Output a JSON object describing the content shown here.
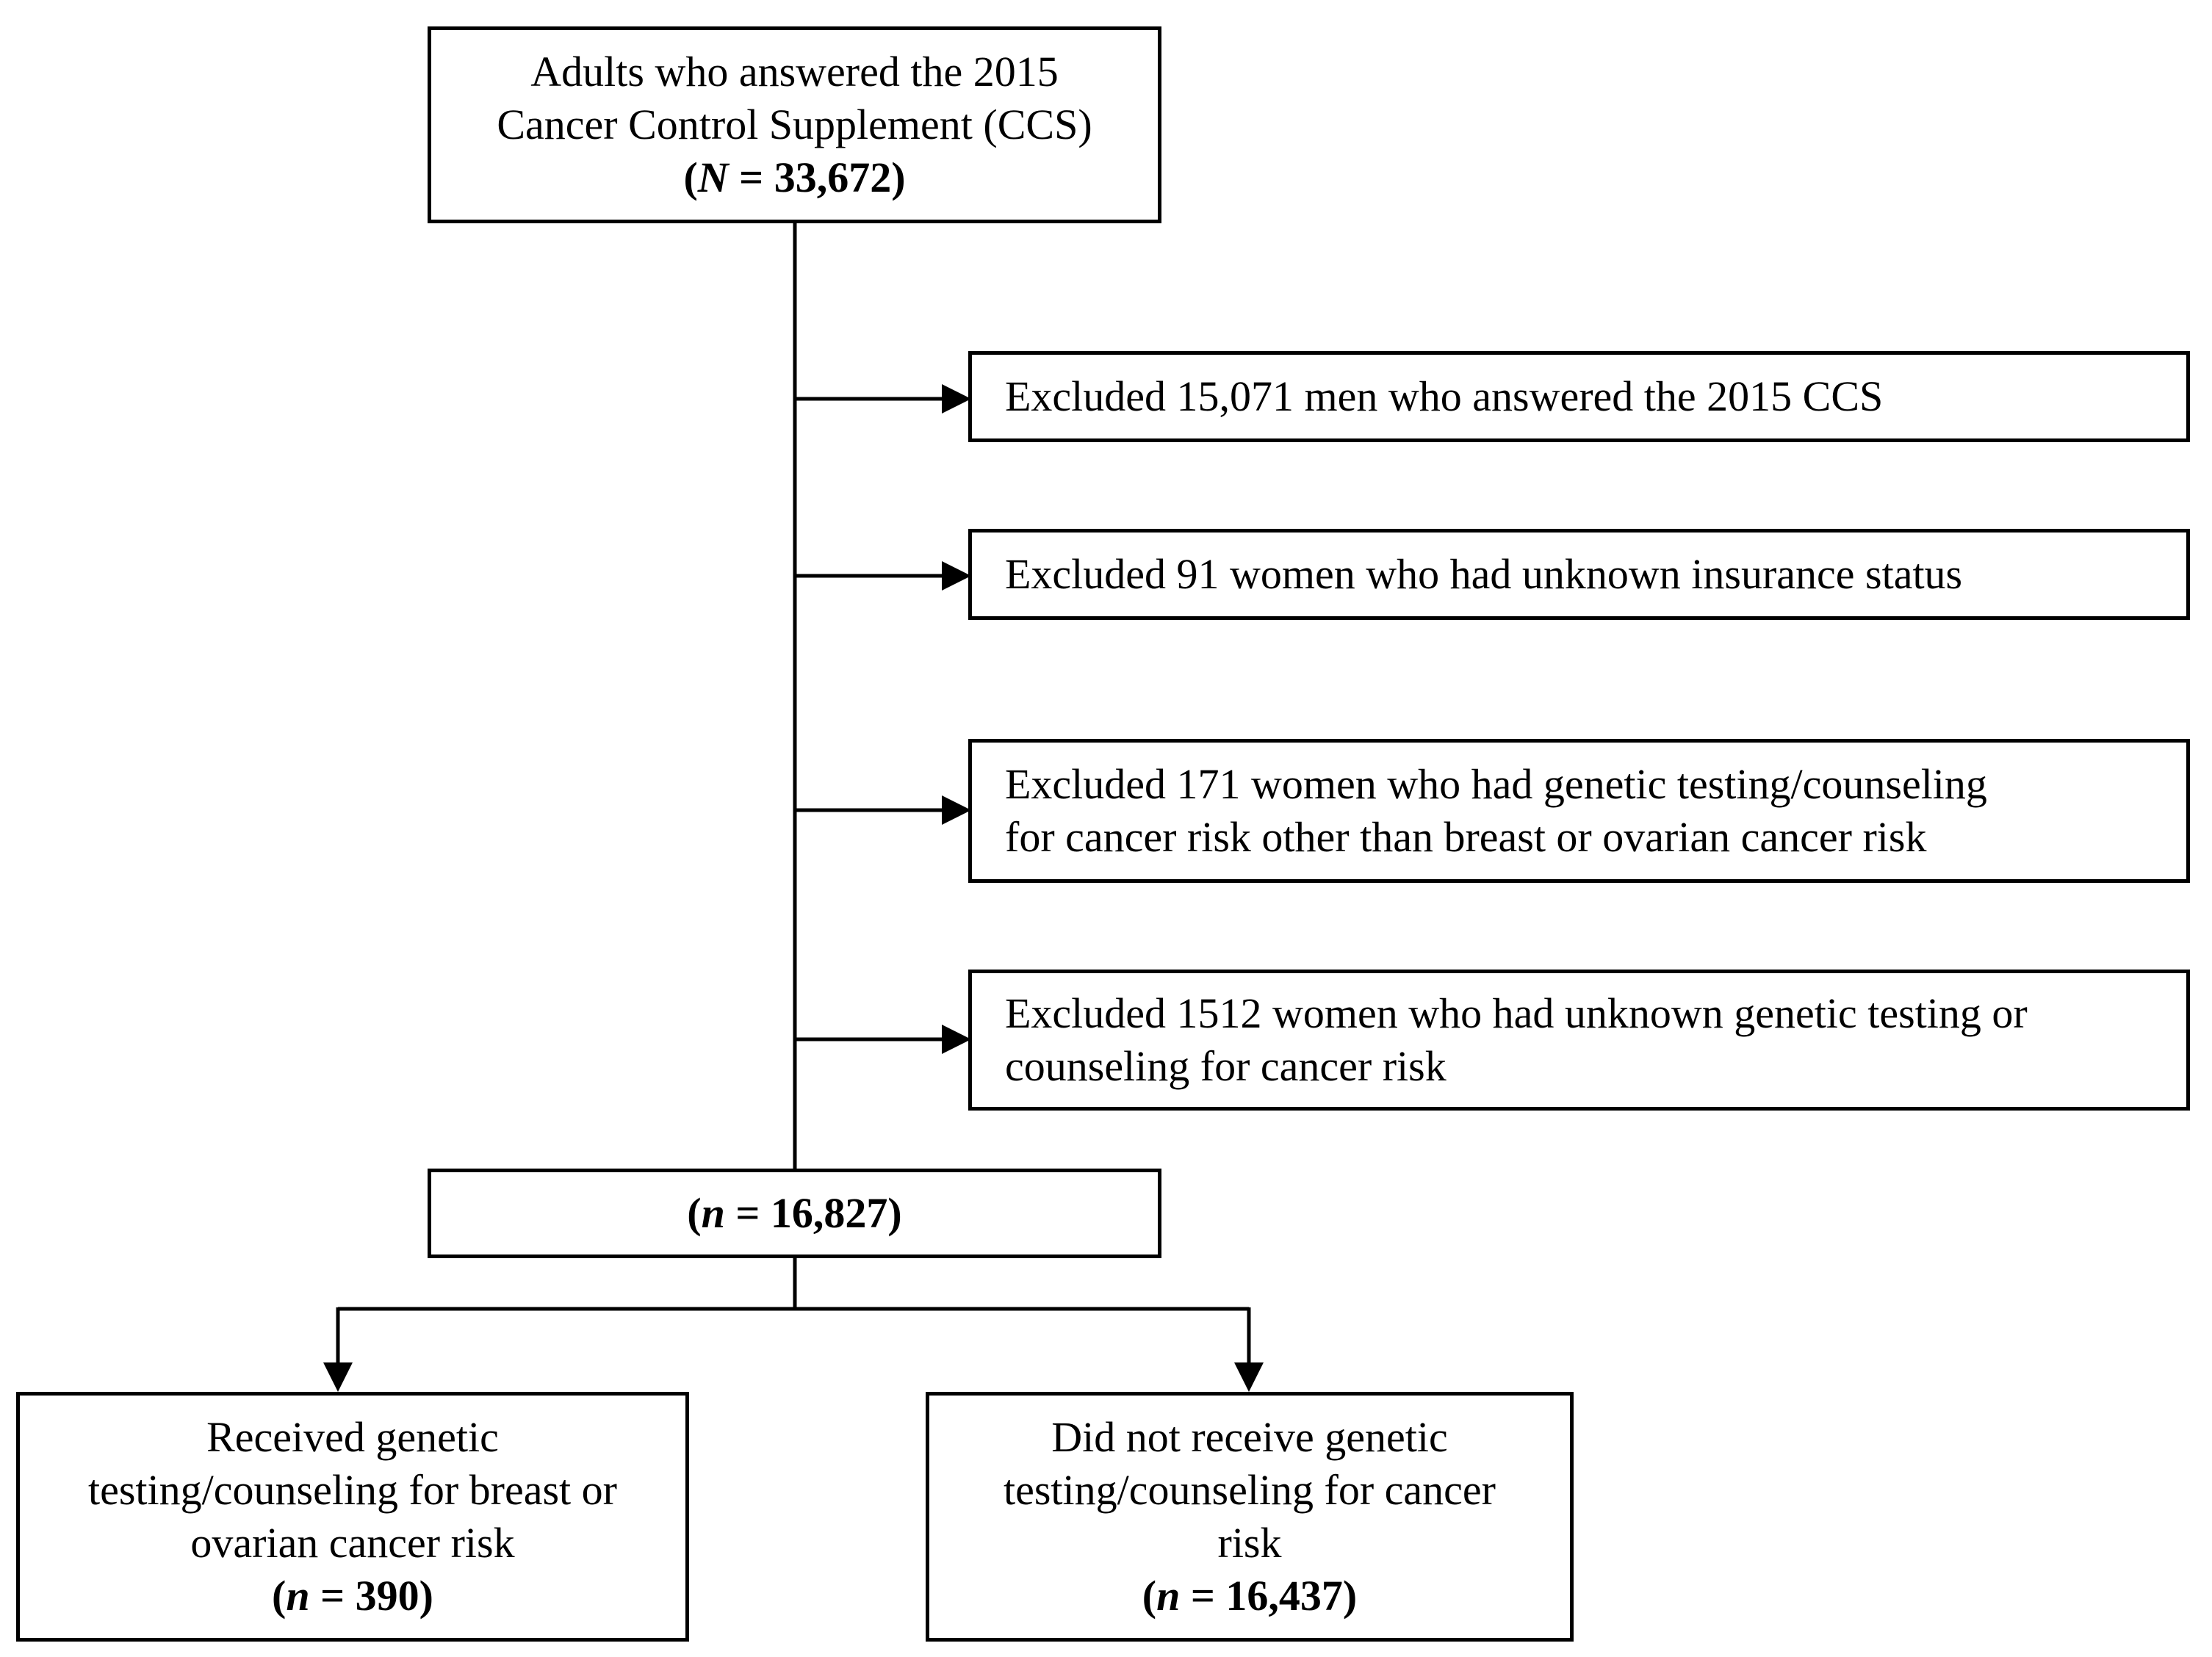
{
  "top_box": {
    "lines": [
      "Adults who answered the 2015",
      "Cancer Control Supplement (CCS)"
    ],
    "count": {
      "prefix": "(",
      "var": "N",
      "value": " = 33,672)"
    }
  },
  "exclusions": [
    {
      "lines": [
        "Excluded 15,071 men who answered the 2015 CCS"
      ]
    },
    {
      "lines": [
        "Excluded 91 women who had unknown insurance status"
      ]
    },
    {
      "lines": [
        "Excluded 171 women who had genetic testing/counseling",
        "for cancer risk other than breast or ovarian cancer risk"
      ]
    },
    {
      "lines": [
        "Excluded 1512 women who had unknown genetic testing or",
        "counseling for cancer risk"
      ]
    }
  ],
  "middle_box": {
    "count": {
      "prefix": "(",
      "var": "n",
      "value": " = 16,827)"
    }
  },
  "left_outcome": {
    "lines": [
      "Received genetic",
      "testing/counseling for breast or",
      "ovarian cancer risk"
    ],
    "count": {
      "prefix": "(",
      "var": "n",
      "value": " = 390)"
    }
  },
  "right_outcome": {
    "lines": [
      "Did not receive genetic",
      "testing/counseling for cancer",
      "risk"
    ],
    "count": {
      "prefix": "(",
      "var": "n",
      "value": " = 16,437)"
    }
  }
}
